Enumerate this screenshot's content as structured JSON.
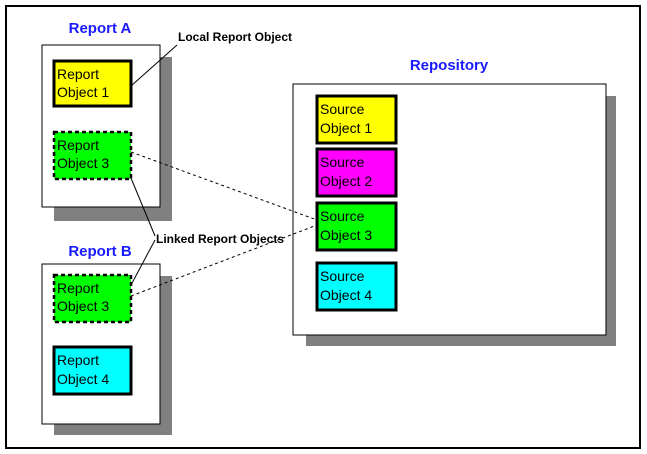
{
  "report_a": {
    "title": "Report A",
    "objects": [
      {
        "line1": "Report",
        "line2": "Object 1",
        "fill": "#ffff00",
        "linked": false
      },
      {
        "line1": "Report",
        "line2": "Object 3",
        "fill": "#00ff00",
        "linked": true
      }
    ]
  },
  "report_b": {
    "title": "Report B",
    "objects": [
      {
        "line1": "Report",
        "line2": "Object 3",
        "fill": "#00ff00",
        "linked": true
      },
      {
        "line1": "Report",
        "line2": "Object 4",
        "fill": "#00ffff",
        "linked": false
      }
    ]
  },
  "repository": {
    "title": "Repository",
    "objects": [
      {
        "line1": "Source",
        "line2": "Object 1",
        "fill": "#ffff00"
      },
      {
        "line1": "Source",
        "line2": "Object 2",
        "fill": "#ff00ff"
      },
      {
        "line1": "Source",
        "line2": "Object 3",
        "fill": "#00ff00"
      },
      {
        "line1": "Source",
        "line2": "Object 4",
        "fill": "#00ffff"
      }
    ]
  },
  "annotations": {
    "local": "Local Report Object",
    "linked": "Linked Report Objects"
  },
  "colors": {
    "title": "#1a1aff",
    "shadow": "#808080",
    "border": "#000000"
  }
}
